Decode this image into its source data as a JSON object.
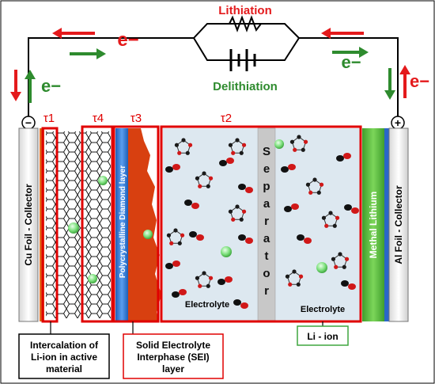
{
  "circuit": {
    "lithiation": "Lithiation",
    "delithiation": "Delithiation",
    "electron_left": "e−",
    "electron_top": "e−",
    "electron_right": "e−",
    "terminal_minus": "−",
    "terminal_plus": "+"
  },
  "taus": {
    "t1": "τ1",
    "t4": "τ4",
    "t3": "τ3",
    "t2": "τ2"
  },
  "layers": {
    "cu_collector": "Cu Foil - Collector",
    "diamond": "Polycrystalline Diamond layer",
    "separator": "Separator",
    "metal_lithium": "Methal Lithium",
    "al_collector": "Al Foil - Collector",
    "electrolyte_left": "Electrolyte",
    "electrolyte_right": "Electrolyte"
  },
  "callouts": {
    "intercalation": "Intercalation of Li-ion in active material",
    "sei": "Solid Electrolyte Interphase (SEI) layer",
    "li_ion": "Li - ion"
  },
  "colors": {
    "lithiation": "#e41a1c",
    "delithiation": "#2e8b2e",
    "frame": "#e00000",
    "electrolyte": "#dde8f0",
    "separator": "#c8c8c8",
    "metal_lithium": "#6cc04a",
    "diamond": "#3b7dd8",
    "sei": "#d84010",
    "li_ion": "#7de07d"
  }
}
